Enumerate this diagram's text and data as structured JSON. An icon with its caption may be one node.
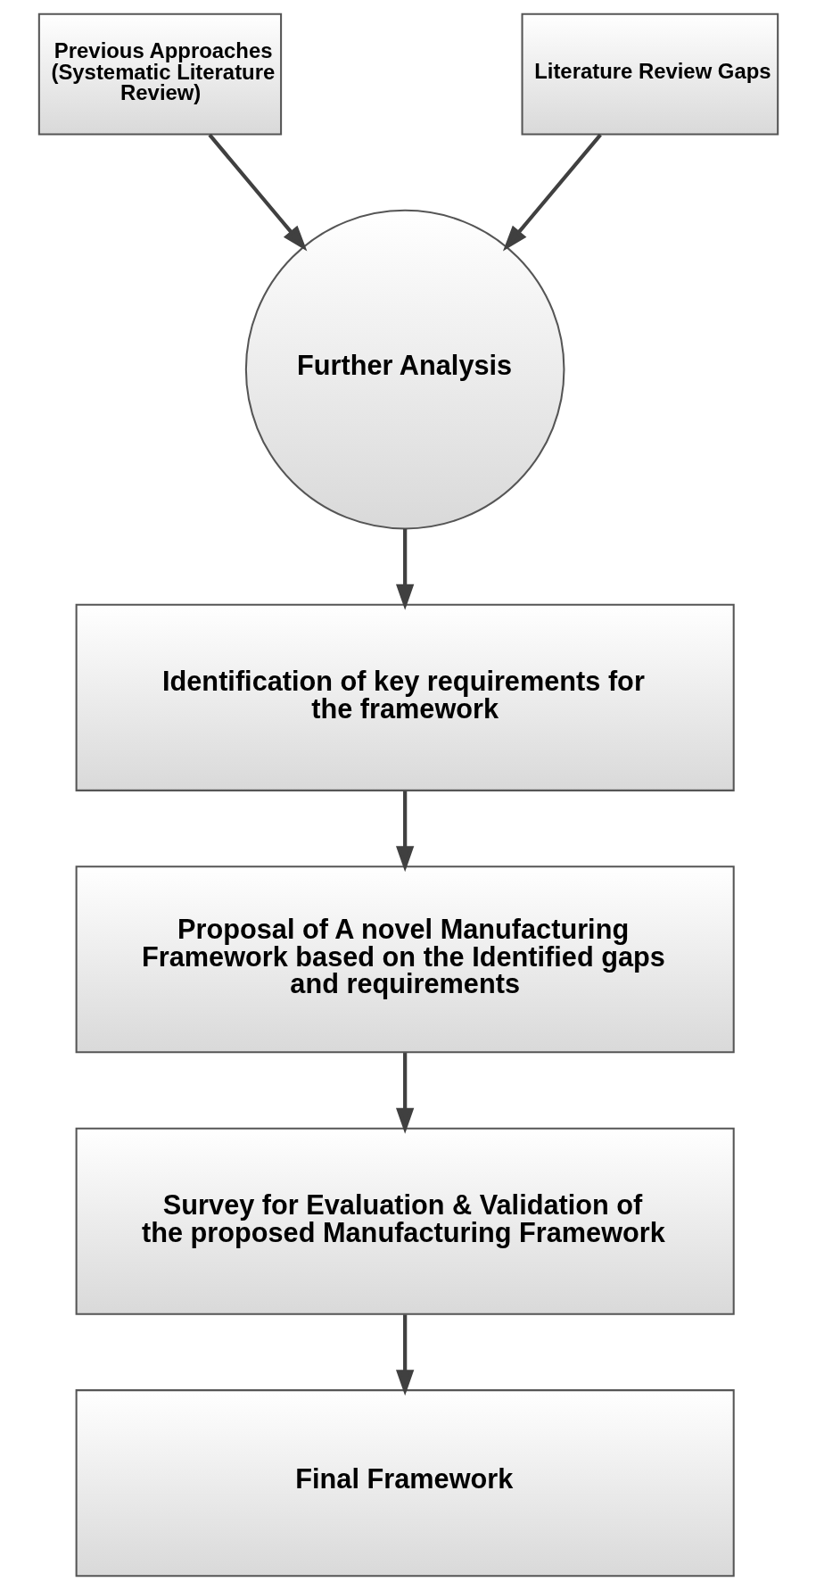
{
  "diagram": {
    "nodes": [
      {
        "text": [
          "Previous Approaches (Systematic Literature Review)"
        ]
      },
      {
        "text": [
          "Literature Review Gaps"
        ]
      },
      {
        "text": [
          "Further Analysis"
        ]
      },
      {
        "text": [
          "Identification of key requirements for the framework"
        ]
      },
      {
        "text": [
          "Proposal of A novel Manufacturing Framework based on the Identified gaps and requirements"
        ]
      },
      {
        "text": [
          "Survey for Evaluation & Validation of the proposed Manufacturing Framework"
        ]
      },
      {
        "text": [
          "Final Framework"
        ]
      }
    ],
    "edges": [
      {
        "from": 0,
        "to": 2,
        "arrow": "to"
      },
      {
        "from": 1,
        "to": 2,
        "arrow": "to"
      },
      {
        "from": 2,
        "to": 3,
        "arrow": "to"
      },
      {
        "from": 3,
        "to": 4,
        "arrow": "to"
      },
      {
        "from": 4,
        "to": 5,
        "arrow": "to"
      },
      {
        "from": 5,
        "to": 6,
        "arrow": "to"
      }
    ]
  }
}
